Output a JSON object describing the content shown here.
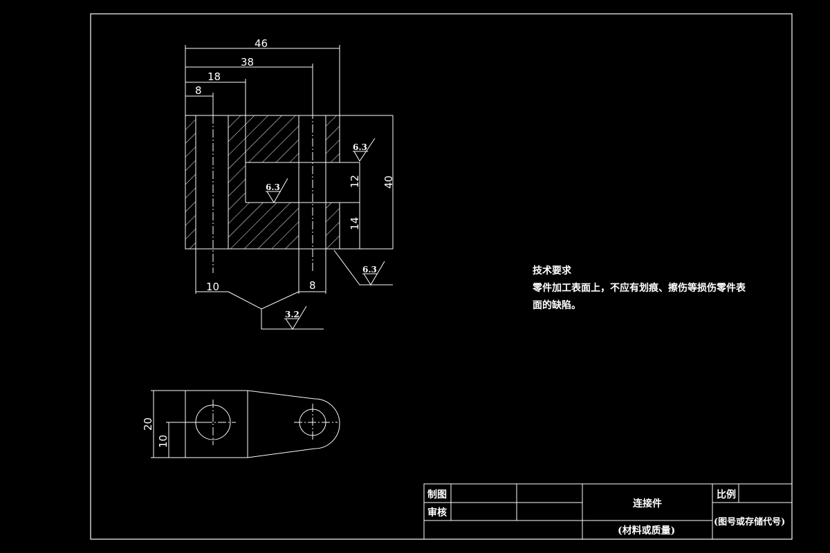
{
  "dimensions": {
    "d46": "46",
    "d38": "38",
    "d18": "18",
    "d8_top": "8",
    "d12": "12",
    "d40": "40",
    "d14": "14",
    "d10_bottom": "10",
    "d8_bottom": "8",
    "d20": "20",
    "d10_side": "10"
  },
  "roughness": {
    "r1": "6.3",
    "r2": "6.3",
    "r3": "6.3",
    "r4": "3.2"
  },
  "notes": {
    "title": "技术要求",
    "line1": "零件加工表面上，不应有划痕、擦伤等损伤零件表",
    "line2": "面的缺陷。"
  },
  "title_block": {
    "drawn_label": "制图",
    "checked_label": "审核",
    "part_name": "连接件",
    "material": "(材料或质量)",
    "scale_label": "比例",
    "drawing_number": "(图号或存储代号)"
  },
  "colors": {
    "background": "#000000",
    "lines": "#ffffff"
  }
}
